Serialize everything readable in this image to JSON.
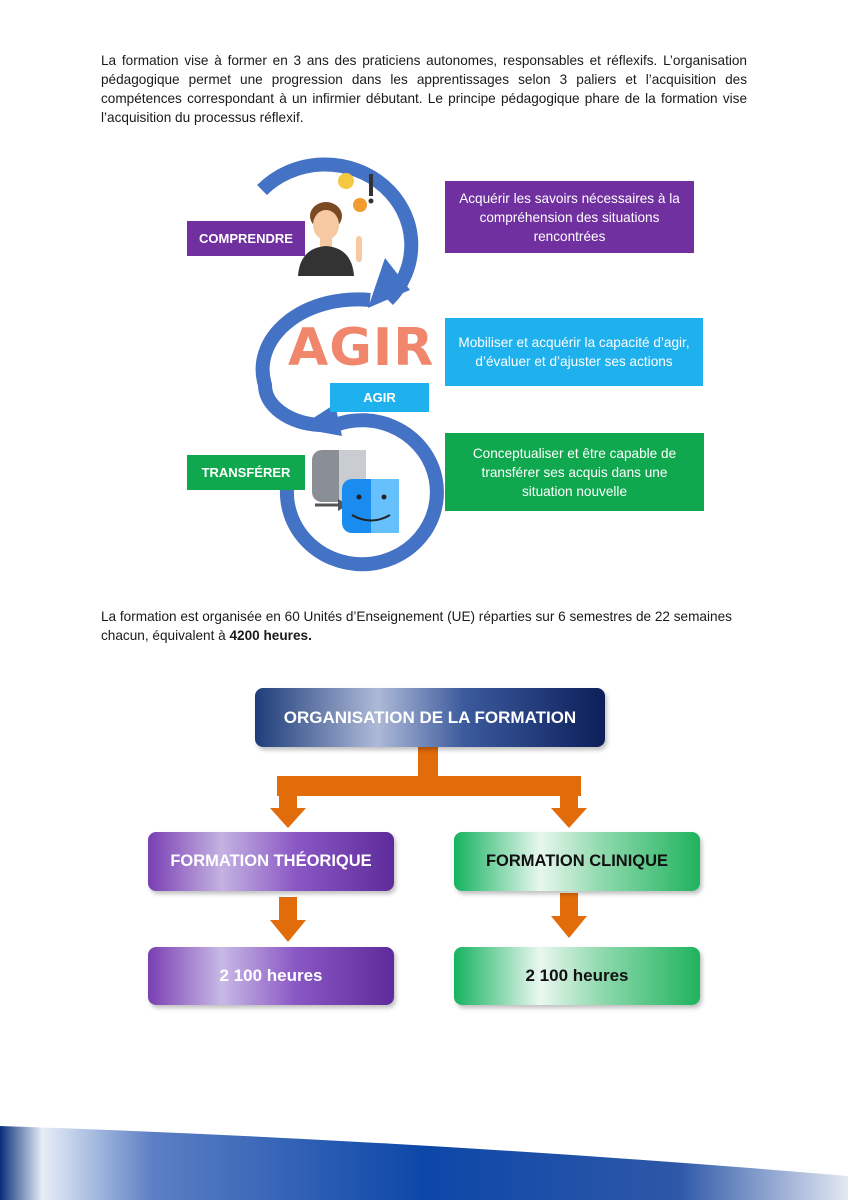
{
  "intro_paragraph": "La formation vise à former en 3 ans des praticiens autonomes, responsables et réflexifs. L’organisation pédagogique permet une progression dans les apprentissages selon 3 paliers et l’acquisition des compétences correspondant à un infirmier débutant. Le principe pédagogique phare de la formation vise l’acquisition du processus réflexif.",
  "cycle": {
    "stage1_label": "COMPRENDRE",
    "stage2_label": "AGIR",
    "stage3_label": "TRANSFÉRER",
    "agir_logo_text": "AGIR",
    "desc1": "Acquérir les savoirs nécessaires à la compréhension des situations rencontrées",
    "desc2": "Mobiliser et acquérir la capacité d’agir, d’évaluer et d’ajuster ses actions",
    "desc3": "Conceptualiser et être capable de transférer ses acquis dans une situation nouvelle",
    "colors": {
      "comprendre": "#7030a0",
      "agir": "#1fb1ee",
      "transferer": "#0fa84e",
      "arc": "#4472c4"
    }
  },
  "org_paragraph_before": "La formation est organisée en 60 Unités d’Enseignement (UE) réparties sur 6 semestres de 22 semaines chacun, équivalent à ",
  "org_paragraph_bold": "4200 heures.",
  "org_chart": {
    "root": "ORGANISATION DE LA FORMATION",
    "left": "FORMATION THÉORIQUE",
    "right": "FORMATION CLINIQUE",
    "left_hours": "2 100 heures",
    "right_hours": "2 100 heures",
    "arrow_color": "#e26b0a"
  }
}
